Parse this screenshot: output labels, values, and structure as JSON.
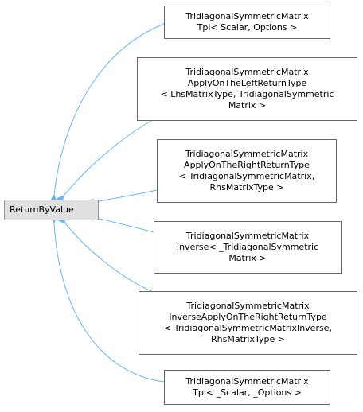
{
  "root": {
    "label": "ReturnByValue"
  },
  "nodes": [
    {
      "lines": [
        "TridiagonalSymmetricMatrix",
        "Tpl< Scalar, Options >"
      ]
    },
    {
      "lines": [
        "TridiagonalSymmetricMatrix",
        "ApplyOnTheLeftReturnType",
        "< LhsMatrixType, TridiagonalSymmetric",
        "Matrix >"
      ]
    },
    {
      "lines": [
        "TridiagonalSymmetricMatrix",
        "ApplyOnTheRightReturnType",
        "< TridiagonalSymmetricMatrix,",
        "RhsMatrixType >"
      ]
    },
    {
      "lines": [
        "TridiagonalSymmetricMatrix",
        "Inverse< _TridiagonalSymmetric",
        "Matrix >"
      ]
    },
    {
      "lines": [
        "TridiagonalSymmetricMatrix",
        "InverseApplyOnTheRightReturnType",
        "< TridiagonalSymmetricMatrixInverse,",
        "RhsMatrixType >"
      ]
    },
    {
      "lines": [
        "TridiagonalSymmetricMatrix",
        "Tpl< _Scalar, _Options >"
      ]
    }
  ],
  "colors": {
    "edge": "#63b8ff",
    "root_fill": "#e0e0e0",
    "node_border": "#666666"
  }
}
